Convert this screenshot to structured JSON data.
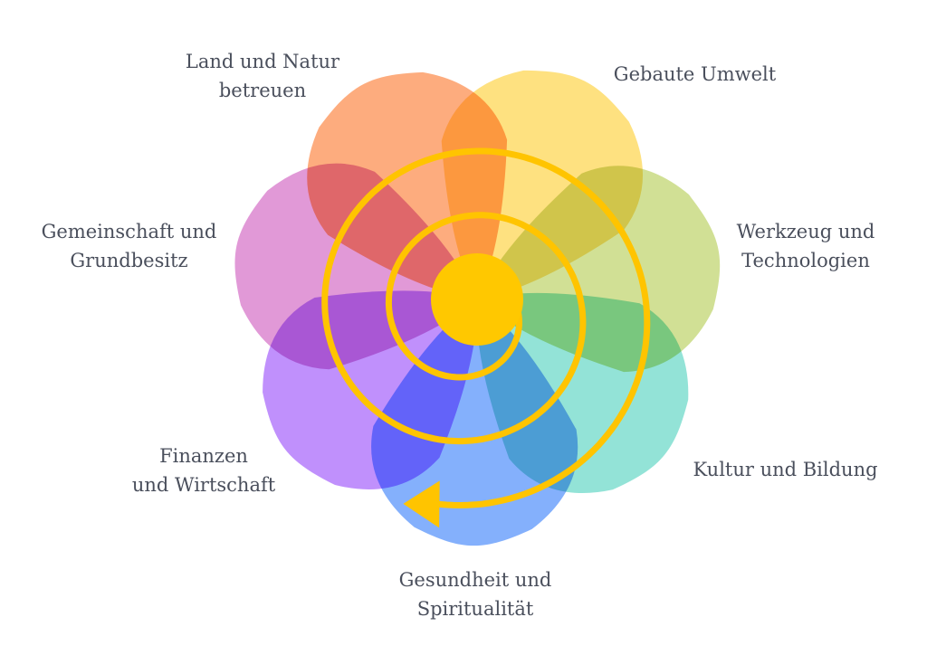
{
  "diagram": {
    "petals": [
      {
        "id": "land",
        "label_lines": [
          "Land und Natur",
          "betreuen"
        ],
        "color": "#fc8c4c"
      },
      {
        "id": "gebaut",
        "label_lines": [
          "Gebaute Umwelt"
        ],
        "color": "#fdd54f"
      },
      {
        "id": "werk",
        "label_lines": [
          "Werkzeug und",
          "Technologien"
        ],
        "color": "#bfd46c"
      },
      {
        "id": "kultur",
        "label_lines": [
          "Kultur und Bildung"
        ],
        "color": "#6ad8c8"
      },
      {
        "id": "gesund",
        "label_lines": [
          "Gesundheit und",
          "Spiritualität"
        ],
        "color": "#5592fb"
      },
      {
        "id": "finanz",
        "label_lines": [
          "Finanzen",
          "und Wirtschaft"
        ],
        "color": "#a765fb"
      },
      {
        "id": "gemein",
        "label_lines": [
          "Gemeinschaft und",
          "Grundbesitz"
        ],
        "color": "#d571c8"
      }
    ],
    "center_color": "#ffc800",
    "spiral_color": "#ffc400",
    "text_color": "#4a4f5c"
  }
}
